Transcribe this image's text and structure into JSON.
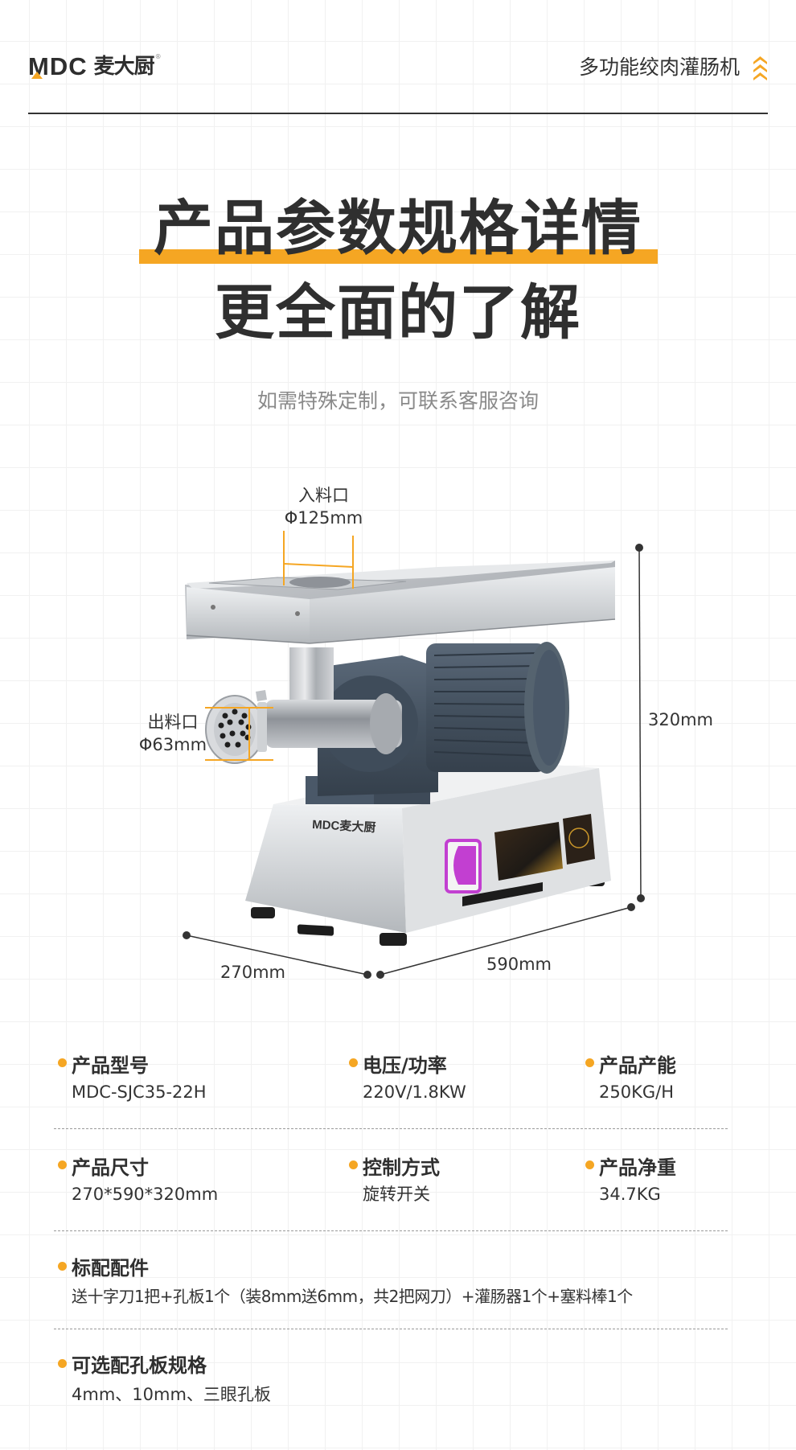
{
  "header": {
    "logo_latin": "MDC",
    "logo_cn": "麦大厨",
    "logo_reg": "®",
    "product_category": "多功能绞肉灌肠机",
    "icon": "triple-chevron-up-icon"
  },
  "hero": {
    "title_line1": "产品参数规格详情",
    "title_line2": "更全面的了解",
    "subtitle": "如需特殊定制，可联系客服咨询"
  },
  "diagram": {
    "inlet_label": "入料口",
    "inlet_size": "Φ125mm",
    "outlet_label": "出料口",
    "outlet_size": "Φ63mm",
    "height": "320mm",
    "depth": "270mm",
    "width": "590mm",
    "machine_logo": "MDC麦大厨",
    "accent_color": "#f5a623",
    "motor_color": "#4a5868",
    "switch_color": "#c23fd1"
  },
  "specs": {
    "row1": [
      {
        "label": "产品型号",
        "value": "MDC-SJC35-22H"
      },
      {
        "label": "电压/功率",
        "value": "220V/1.8KW"
      },
      {
        "label": "产品产能",
        "value": "250KG/H"
      }
    ],
    "row2": [
      {
        "label": "产品尺寸",
        "value": "270*590*320mm"
      },
      {
        "label": "控制方式",
        "value": "旋转开关"
      },
      {
        "label": "产品净重",
        "value": "34.7KG"
      }
    ],
    "accessories": {
      "label": "标配配件",
      "value": "送十字刀1把+孔板1个（装8mm送6mm，共2把网刀）+灌肠器1个+塞料棒1个"
    },
    "optional_plates": {
      "label": "可选配孔板规格",
      "value": "4mm、10mm、三眼孔板"
    }
  }
}
